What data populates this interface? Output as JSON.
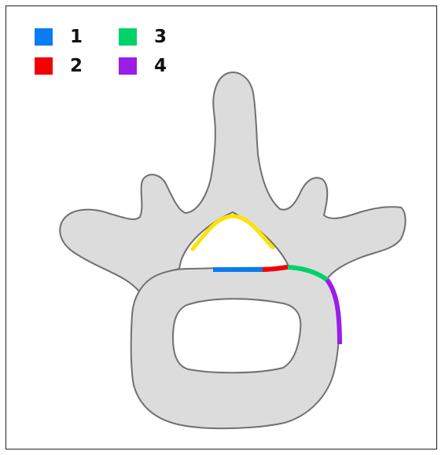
{
  "legend": {
    "items": [
      {
        "label": "1",
        "color": "#0a7bf0"
      },
      {
        "label": "2",
        "color": "#f40000"
      },
      {
        "label": "3",
        "color": "#00d26a"
      },
      {
        "label": "4",
        "color": "#9a1ee8"
      }
    ]
  },
  "colors": {
    "bone_fill": "#dcdcdc",
    "bone_outline": "#707070",
    "highlight": "#ffe200",
    "frame_border": "#222222"
  }
}
